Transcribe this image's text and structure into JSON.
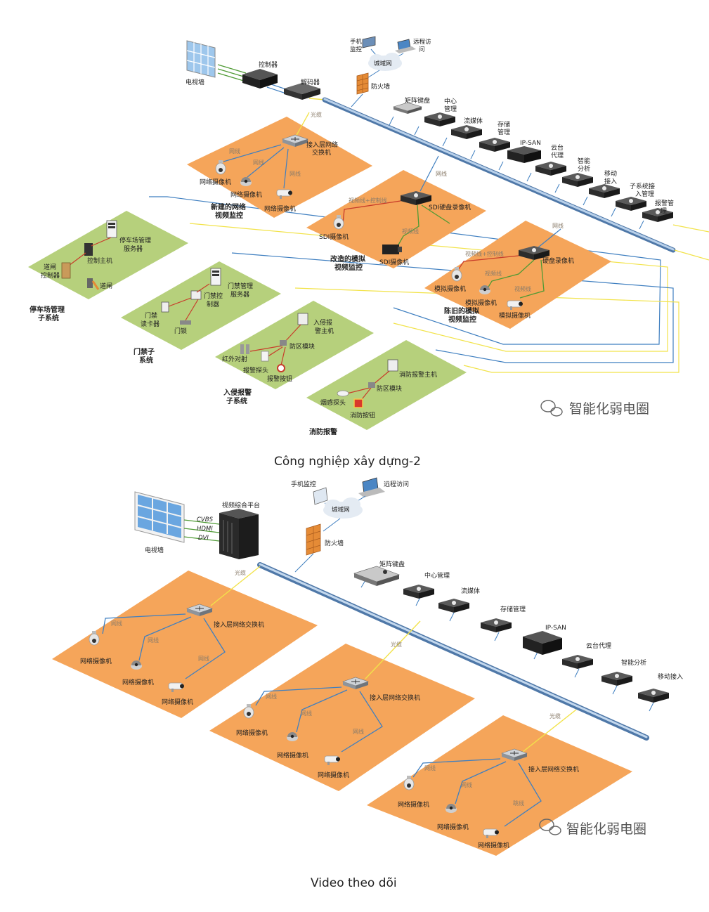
{
  "diagram1": {
    "caption": "Công nghiệp xây dựng-2",
    "watermark": "智能化弱电圈",
    "top": {
      "tv_wall": "电视墙",
      "controller": "控制器",
      "decoder": "解码器",
      "mobile": [
        "手机",
        "监控"
      ],
      "remote": [
        "远程访",
        "问"
      ],
      "wan": "城域网",
      "firewall": "防火墙",
      "fiber": "光缆"
    },
    "backbone": [
      [
        "矩阵键盘"
      ],
      [
        "中心",
        "管理"
      ],
      [
        "流媒体"
      ],
      [
        "存储",
        "管理"
      ],
      [
        "IP-SAN"
      ],
      [
        "云台",
        "代理"
      ],
      [
        "智能",
        "分析"
      ],
      [
        "移动",
        "接入"
      ],
      [
        "子系统接",
        "入管理"
      ],
      [
        "报警管",
        "理"
      ]
    ],
    "zone_new": {
      "switch": [
        "接入层网络",
        "交换机"
      ],
      "net1": "网线",
      "net2": "网线",
      "net3": "网线",
      "cam1": "网络摄像机",
      "cam2": "网络摄像机",
      "cam3": "网络摄像机",
      "title": [
        "新建的网络",
        "视频监控"
      ]
    },
    "zone_sdi": {
      "net": "网线",
      "video_ctrl": "视频线+控制线",
      "video": "视频线",
      "dvr": "SDI硬盘录像机",
      "cam1": "SDI摄像机",
      "cam2": "SDI摄像机",
      "title": [
        "改造的模拟",
        "视频监控"
      ]
    },
    "zone_old": {
      "net": "网线",
      "video_ctrl": "视频线+控制线",
      "video1": "视频线",
      "video2": "视频线",
      "dvr": "硬盘录像机",
      "cam1": "模拟摄像机",
      "cam2": "模拟摄像机",
      "cam3": "模拟摄像机",
      "title": [
        "陈旧的模拟",
        "视频监控"
      ]
    },
    "zone_parking": {
      "server": [
        "停车场管理",
        "服务器"
      ],
      "host": "控制主机",
      "gate_ctrl": [
        "道闸",
        "控制器"
      ],
      "gate": "道闸",
      "title": [
        "停车场管理",
        "子系统"
      ]
    },
    "zone_access": {
      "server": [
        "门禁管理",
        "服务器"
      ],
      "ctrl": [
        "门禁控",
        "制器"
      ],
      "reader": [
        "门禁",
        "读卡器"
      ],
      "lock": "门锁",
      "title": [
        "门禁子",
        "系统"
      ]
    },
    "zone_intrusion": {
      "host": [
        "入侵报",
        "警主机"
      ],
      "module": "防区模块",
      "ir": "红外对射",
      "detector": "报警探头",
      "button": "报警按钮",
      "title": [
        "入侵报警",
        "子系统"
      ]
    },
    "zone_fire": {
      "host": "消防报警主机",
      "module": "防区模块",
      "smoke": "烟感探头",
      "button": "消防按钮",
      "title": "消防报警"
    }
  },
  "diagram2": {
    "caption": "Video theo dõi",
    "watermark": "智能化弱电圈",
    "top": {
      "tv_wall": "电视墙",
      "platform": "视频综合平台",
      "cvbs": "CVBS",
      "hdmi": "HDMI",
      "dvi": "DVI",
      "mobile": "手机监控",
      "remote": "远程访问",
      "wan": "城域网",
      "firewall": "防火墙"
    },
    "backbone": [
      "矩阵键盘",
      "中心管理",
      "流媒体",
      "存储管理",
      "IP-SAN",
      "云台代理",
      "智能分析",
      "移动接入"
    ],
    "zones": [
      {
        "fiber": "光缆",
        "switch": "接入层网络交换机",
        "net1": "网线",
        "net2": "网线",
        "net3": "网线",
        "cam1": "网络摄像机",
        "cam2": "网络摄像机",
        "cam3": "网络摄像机"
      },
      {
        "fiber": "光缆",
        "switch": "接入层网络交换机",
        "net1": "网线",
        "net2": "网线",
        "net3": "网线",
        "cam1": "网络摄像机",
        "cam2": "网络摄像机",
        "cam3": "网络摄像机"
      },
      {
        "fiber": "光缆",
        "switch": "接入层网络交换机",
        "net1": "网线",
        "net2": "网线",
        "net3": "跳线",
        "cam1": "网络摄像机",
        "cam2": "网络摄像机",
        "cam3": "网络摄像机"
      }
    ]
  },
  "colors": {
    "orange_zone": "#f5a55a",
    "green_zone": "#b6d07c",
    "backbone_pipe": "#8fb2d8",
    "fiber": "#f2e34a",
    "cable_blue": "#3f7fc0",
    "cable_red": "#c83c2a",
    "cable_green": "#4f9a34"
  }
}
